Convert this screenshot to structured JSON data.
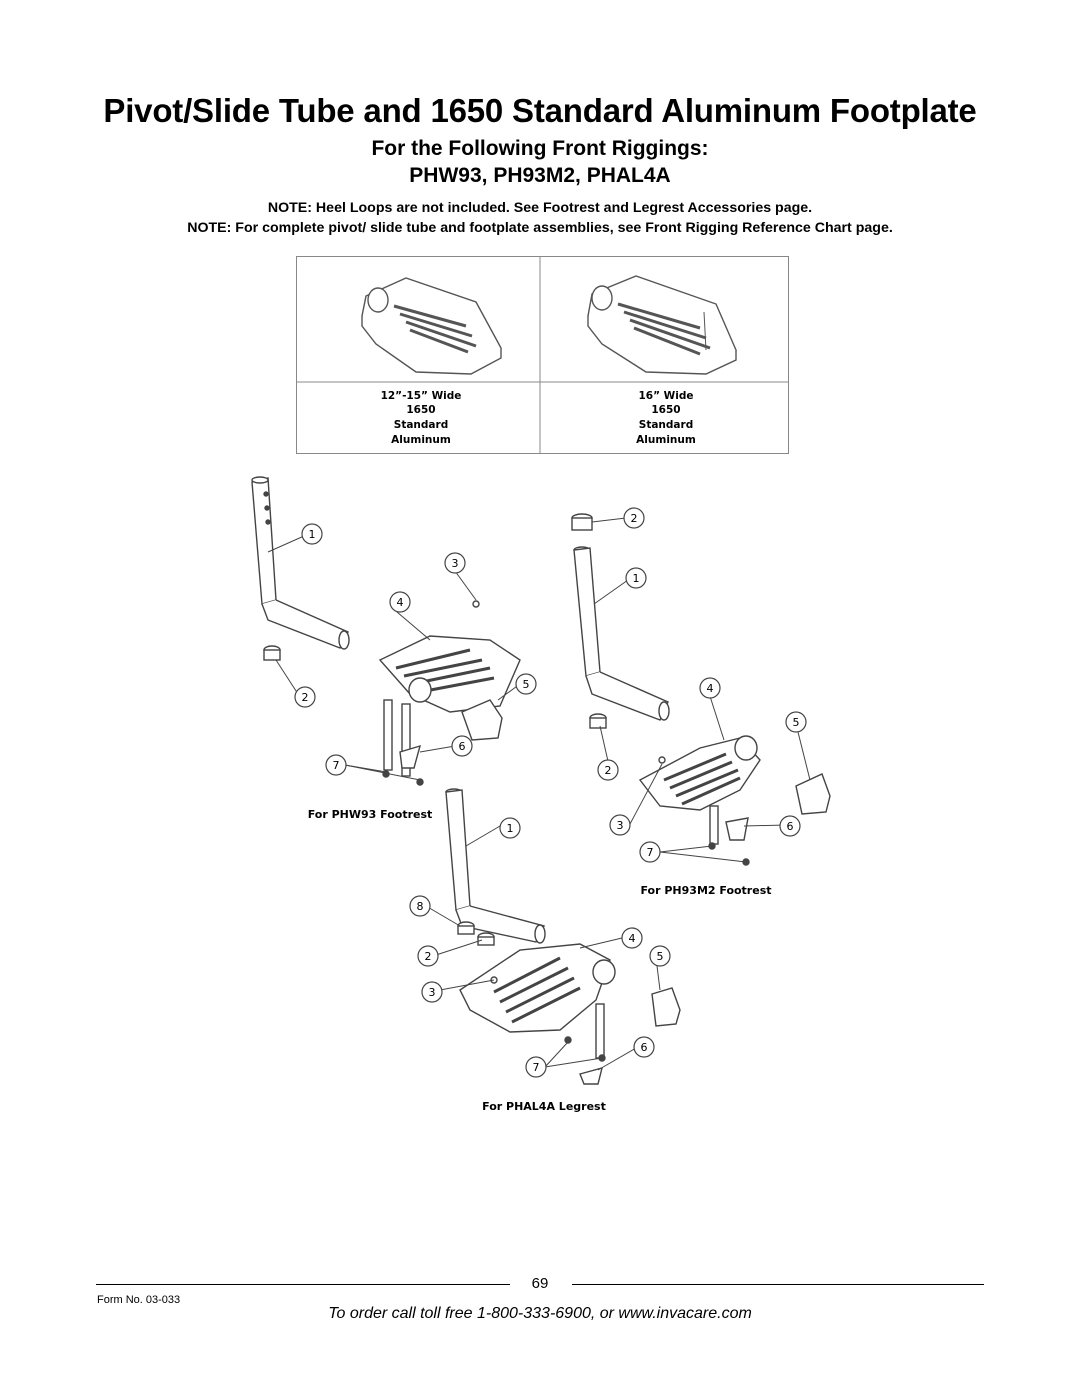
{
  "header": {
    "title": "Pivot/Slide Tube and 1650 Standard Aluminum Footplate",
    "subtitle_line1": "For the Following Front Riggings:",
    "subtitle_line2": "PHW93, PH93M2, PHAL4A",
    "note1": "NOTE: Heel Loops are not included. See Footrest and Legrest Accessories page.",
    "note2": "NOTE: For complete pivot/ slide tube and footplate assemblies, see Front Rigging Reference Chart page."
  },
  "footplate_table": {
    "left": {
      "line1": "12”-15” Wide",
      "line2": "1650",
      "line3": "Standard",
      "line4": "Aluminum"
    },
    "right": {
      "line1": "16” Wide",
      "line2": "1650",
      "line3": "Standard",
      "line4": "Aluminum"
    }
  },
  "diagrams": {
    "phw93": {
      "caption": "For PHW93 Footrest",
      "callouts": [
        "1",
        "2",
        "3",
        "4",
        "5",
        "6",
        "7"
      ]
    },
    "ph93m2": {
      "caption": "For PH93M2 Footrest",
      "callouts": [
        "1",
        "2",
        "2",
        "3",
        "4",
        "5",
        "6",
        "7"
      ]
    },
    "phal4a": {
      "caption": "For PHAL4A Legrest",
      "callouts": [
        "1",
        "2",
        "3",
        "4",
        "5",
        "6",
        "7",
        "8"
      ]
    }
  },
  "footer": {
    "page_number": "69",
    "form_no": "Form No.  03-033",
    "order_text": "To order call toll free 1-800-333-6900, or www.invacare.com"
  }
}
